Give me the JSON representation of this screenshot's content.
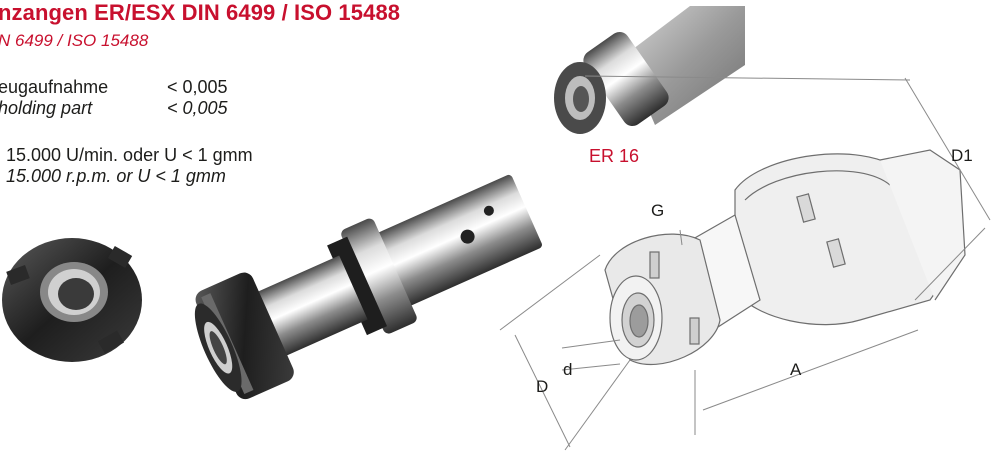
{
  "header": {
    "title": "nzangen ER/ESX DIN 6499 / ISO 15488",
    "subtitle": "N 6499 / ISO 15488"
  },
  "specs": {
    "runout_de_label": "eugaufnahme",
    "runout_de_value": "< 0,005",
    "runout_en_label": "holding part",
    "runout_en_value": "< 0,005",
    "balance_de": "15.000 U/min. oder U < 1 gmm",
    "balance_en": "15.000 r.p.m. or U < 1 gmm"
  },
  "drawing": {
    "variant_label": "ER 16",
    "dim_D1": "D1",
    "dim_G": "G",
    "dim_d": "d",
    "dim_D": "D",
    "dim_A": "A"
  },
  "colors": {
    "accent": "#c8102e",
    "text": "#1d1d1b",
    "line": "#8a8a8a"
  }
}
